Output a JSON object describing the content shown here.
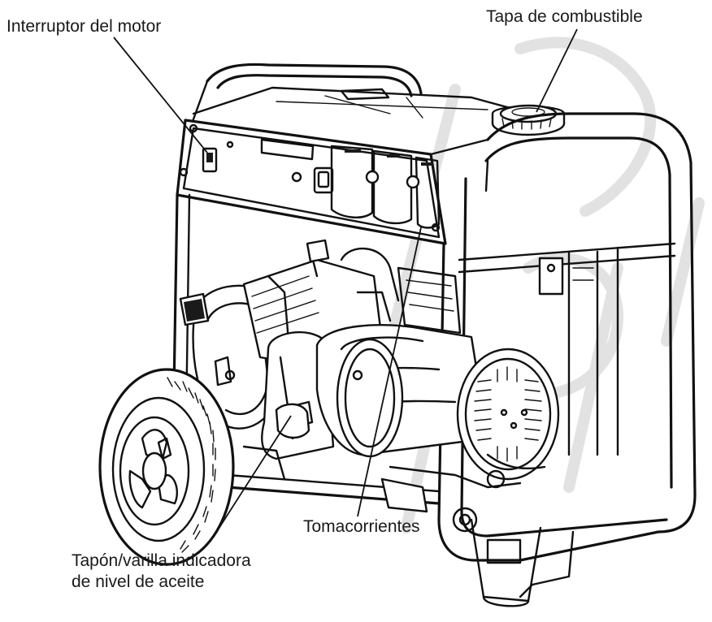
{
  "labels": {
    "engine_switch": "Interruptor del motor",
    "fuel_cap": "Tapa de combustible",
    "outlets": "Tomacorrientes",
    "oil_dipstick_line1": "Tapón/varilla indicadora",
    "oil_dipstick_line2": "de nivel de aceite"
  },
  "colors": {
    "line": "#111111",
    "background": "#ffffff",
    "watermark": "#d8d8d8"
  },
  "icons": [
    "generator-illustration",
    "wheel-icon",
    "fuel-cap-icon",
    "outlet-icon"
  ]
}
